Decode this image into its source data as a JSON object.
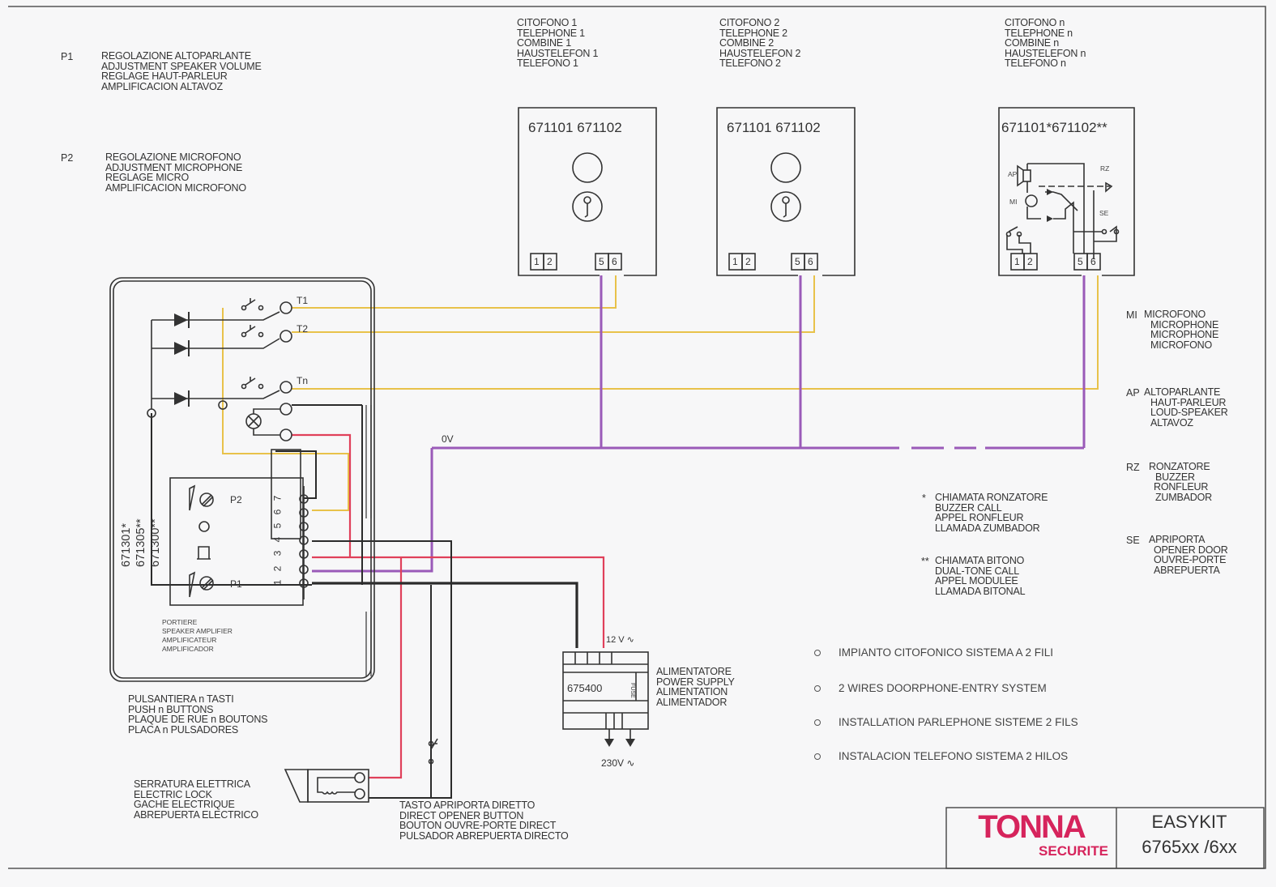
{
  "colors": {
    "wire_yellow": "#e8c24a",
    "wire_purple": "#9a5ab8",
    "wire_red": "#e0405a",
    "wire_black": "#2b2b2b",
    "brand": "#d6245c",
    "paper": "#f7f7f8"
  },
  "legend_top": {
    "p1": {
      "key": "P1",
      "lines": [
        "REGOLAZIONE ALTOPARLANTE",
        "ADJUSTMENT SPEAKER VOLUME",
        "REGLAGE HAUT-PARLEUR",
        "AMPLIFICACION ALTAVOZ"
      ]
    },
    "p2": {
      "key": "P2",
      "lines": [
        "REGOLAZIONE MICROFONO",
        "ADJUSTMENT MICROPHONE",
        "REGLAGE MICRO",
        "AMPLIFICACION MICROFONO"
      ]
    }
  },
  "handsets": [
    {
      "title_lines": [
        "CITOFONO 1",
        "TELEPHONE 1",
        "COMBINE 1",
        "HAUSTELEFON 1",
        "TELEFONO 1"
      ],
      "model": "671101 671102",
      "terminals": [
        "1",
        "2",
        "5",
        "6"
      ]
    },
    {
      "title_lines": [
        "CITOFONO 2",
        "TELEPHONE 2",
        "COMBINE 2",
        "HAUSTELEFON 2",
        "TELEFONO 2"
      ],
      "model": "671101 671102",
      "terminals": [
        "1",
        "2",
        "5",
        "6"
      ]
    },
    {
      "title_lines": [
        "CITOFONO n",
        "TELEPHONE n",
        "COMBINE n",
        "HAUSTELEFON n",
        "TELEFONO n"
      ],
      "model": "671101*671102**",
      "terminals": [
        "1",
        "2",
        "5",
        "6"
      ],
      "internal_labels": [
        "AP",
        "MI",
        "RZ",
        "SE"
      ]
    }
  ],
  "legend_right": [
    {
      "key": "MI",
      "lines": [
        "MICROFONO",
        "MICROPHONE",
        "MICROPHONE",
        "MICROFONO"
      ]
    },
    {
      "key": "AP",
      "lines": [
        "ALTOPARLANTE",
        "HAUT-PARLEUR",
        "LOUD-SPEAKER",
        "ALTAVOZ"
      ]
    },
    {
      "key": "RZ",
      "lines": [
        "RONZATORE",
        "BUZZER",
        "RONFLEUR",
        "ZUMBADOR"
      ]
    },
    {
      "key": "SE",
      "lines": [
        "APRIPORTA",
        "OPENER DOOR",
        "OUVRE-PORTE",
        "ABREPUERTA"
      ]
    }
  ],
  "call_notes": [
    {
      "key": "*",
      "lines": [
        "CHIAMATA RONZATORE",
        "BUZZER CALL",
        "APPEL RONFLEUR",
        "LLAMADA ZUMBADOR"
      ]
    },
    {
      "key": "**",
      "lines": [
        "CHIAMATA BITONO",
        "DUAL-TONE CALL",
        "APPEL MODULEE",
        "LLAMADA BITONAL"
      ]
    }
  ],
  "panel": {
    "buttons": [
      "T1",
      "T2",
      "Tn"
    ],
    "models": [
      "671301*",
      "671305**",
      "671300**"
    ],
    "pots": [
      "P2",
      "P1"
    ],
    "terminal_numbers": [
      "1",
      "2",
      "3",
      "4",
      "5",
      "6",
      "7"
    ],
    "amplifier_lines": [
      "PORTIERE",
      "SPEAKER AMPLIFIER",
      "AMPLIFICATEUR",
      "AMPLIFICADOR"
    ],
    "caption_lines": [
      "PULSANTIERA n TASTI",
      "PUSH n BUTTONS",
      "PLAQUE DE RUE n BOUTONS",
      "PLACA n PULSADORES"
    ]
  },
  "wiring": {
    "zero_volt_label": "0V",
    "ac12_label": "12 V ∿",
    "ac230_label": "230V ∿"
  },
  "power_supply": {
    "model": "675400",
    "fuse_label": "FUSE",
    "caption_lines": [
      "ALIMENTATORE",
      "POWER SUPPLY",
      "ALIMENTATION",
      "ALIMENTADOR"
    ]
  },
  "electric_lock": {
    "caption_lines": [
      "SERRATURA ELETTRICA",
      "ELECTRIC LOCK",
      "GACHE ELECTRIQUE",
      "ABREPUERTA ELECTRICO"
    ]
  },
  "opener_button": {
    "caption_lines": [
      "TASTO APRIPORTA DIRETTO",
      "DIRECT OPENER BUTTON",
      "BOUTON OUVRE-PORTE DIRECT",
      "PULSADOR ABREPUERTA DIRECTO"
    ]
  },
  "system_notes": [
    "IMPIANTO CITOFONICO SISTEMA A 2 FILI",
    "2 WIRES DOORPHONE-ENTRY SYSTEM",
    "INSTALLATION PARLEPHONE SISTEME 2 FILS",
    "INSTALACION TELEFONO SISTEMA 2 HILOS"
  ],
  "title_block": {
    "brand": "TONNA",
    "brand_sub": "SECURITE",
    "product": "EASYKIT",
    "product_code": "6765xx /6xx"
  }
}
